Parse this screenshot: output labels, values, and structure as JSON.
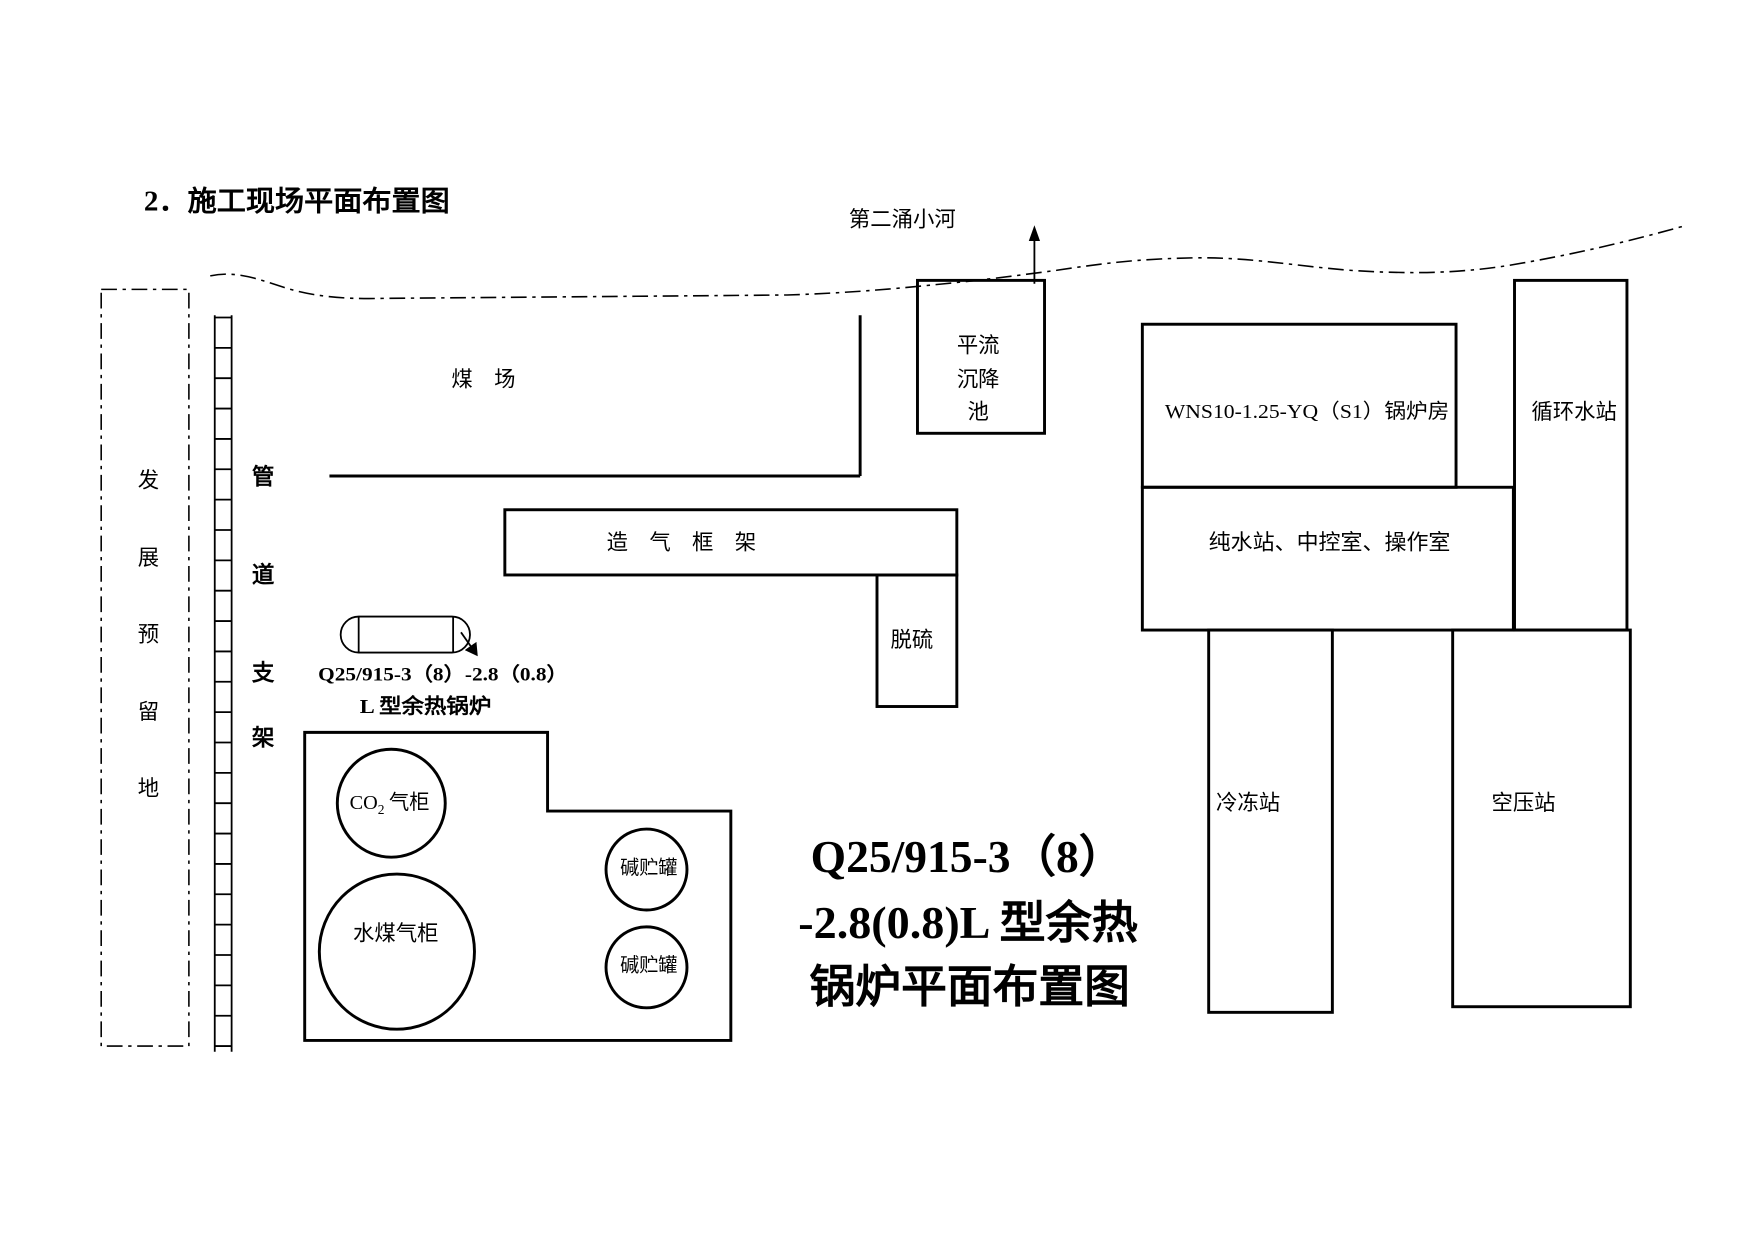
{
  "title": "2．施工现场平面布置图",
  "river": {
    "label": "第二涌小河"
  },
  "reserved_land": {
    "chars": [
      "发",
      "展",
      "预",
      "留",
      "地"
    ]
  },
  "pipe_rack": {
    "chars": [
      "管",
      "道",
      "支",
      "架"
    ]
  },
  "coal_yard": {
    "label": "煤　场"
  },
  "settling_tank": {
    "lines": [
      "平流",
      "沉降",
      "池"
    ]
  },
  "gasification_frame": {
    "label": "造　气　框　架"
  },
  "desulfurization": {
    "label": "脱硫"
  },
  "waste_heat_boiler": {
    "lines": [
      "Q25/915-3（8）-2.8（0.8）",
      "L 型余热锅炉"
    ]
  },
  "co2_holder": {
    "prefix": "CO",
    "subscript": "2",
    "suffix": "气柜"
  },
  "water_gas_holder": {
    "label": "水煤气柜"
  },
  "alkali_tanks": [
    {
      "label": "碱贮罐"
    },
    {
      "label": "碱贮罐"
    }
  ],
  "layout_title": {
    "lines": [
      "Q25/915-3（8）",
      "-2.8(0.8)L 型余热",
      "锅炉平面布置图"
    ]
  },
  "boiler_house": {
    "label": "WNS10-1.25-YQ（S1）锅炉房"
  },
  "circulating_water_station": {
    "label": "循环水站"
  },
  "control_building": {
    "label": "纯水站、中控室、操作室"
  },
  "refrigeration_station": {
    "label": "冷冻站"
  },
  "air_compressor_station": {
    "label": "空压站"
  }
}
